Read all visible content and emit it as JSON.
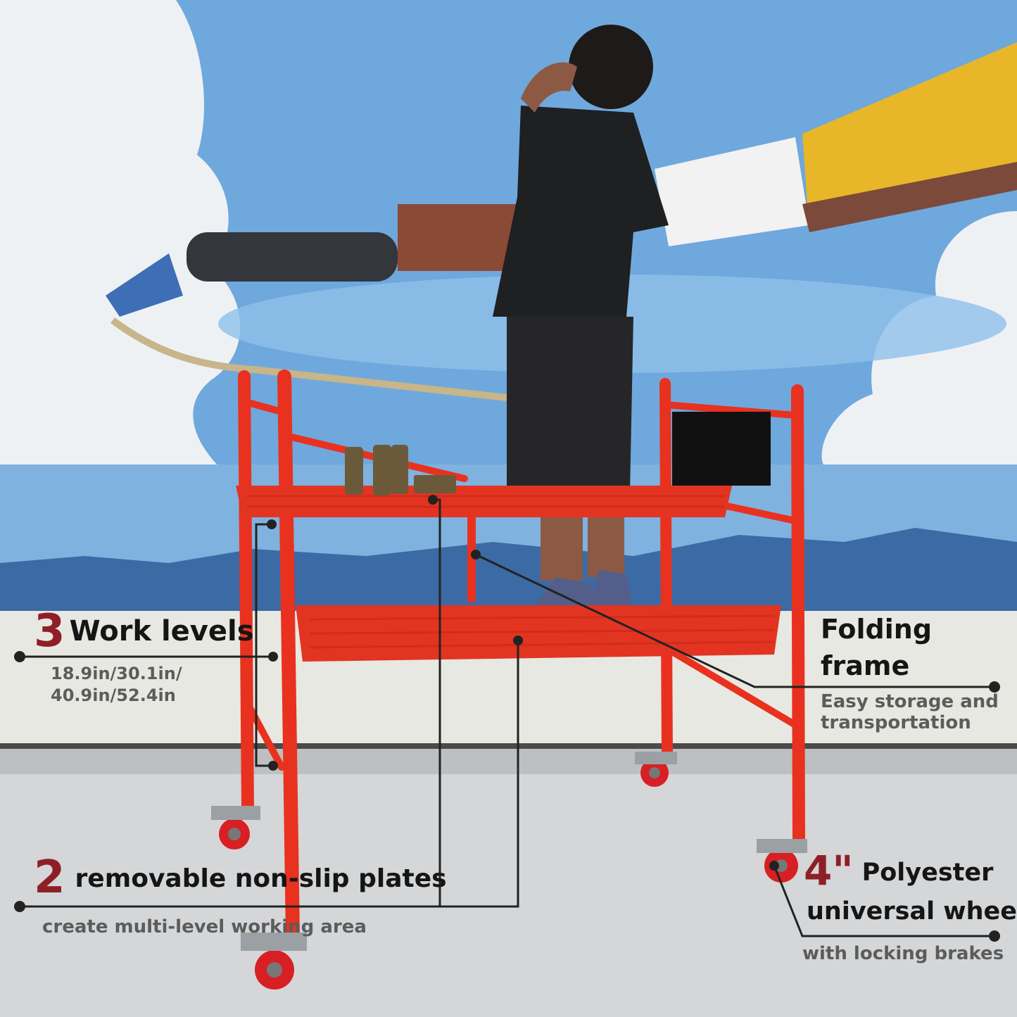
{
  "callouts": {
    "work_levels": {
      "number": "3",
      "title": "Work levels",
      "subtitle": "18.9in/30.1in/ 40.9in/52.4in"
    },
    "plates": {
      "number": "2",
      "title": "removable non-slip plates",
      "subtitle": "create multi-level working area"
    },
    "folding": {
      "title": "Folding frame",
      "subtitle": "Easy storage and transportation"
    },
    "wheel": {
      "number": "4\"",
      "title_line1": "Polyester",
      "title_line2": "universal wheel",
      "subtitle": "with locking brakes"
    }
  },
  "colors": {
    "sky": "#6fa8dd",
    "cloud": "#eef3f7",
    "scaffold": "#e8321f",
    "accent_number": "#8f1f27",
    "floor": "#d4d6d8"
  },
  "icons": [
    "scaffold",
    "caster-wheel",
    "spray-can",
    "train"
  ]
}
